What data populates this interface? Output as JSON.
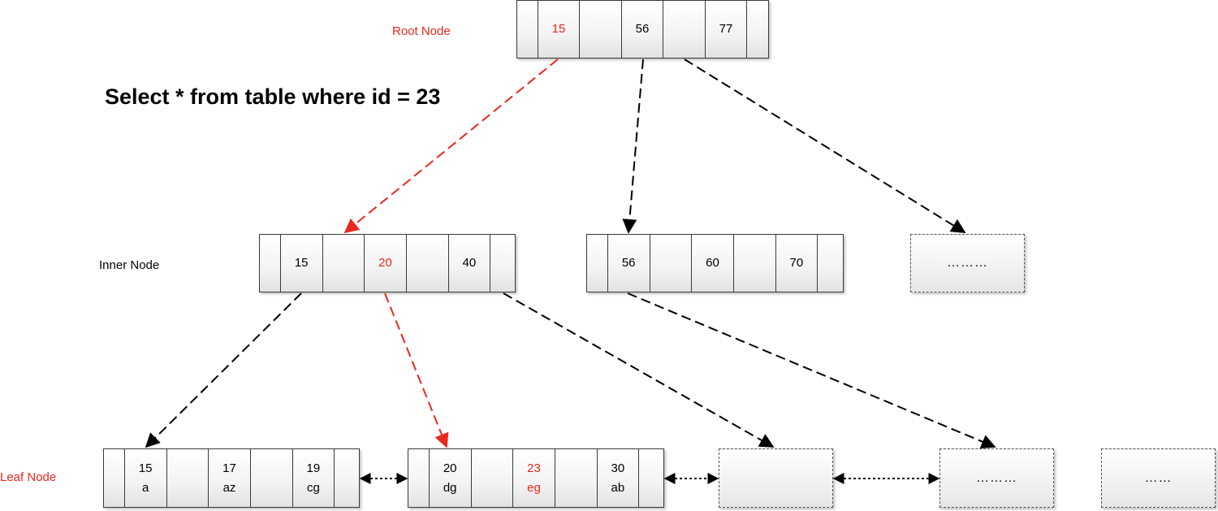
{
  "labels": {
    "root": "Root  Node",
    "inner": "Inner Node",
    "leaf": "Leaf Node"
  },
  "query": "Select * from table where id = 23",
  "root_node": {
    "keys": [
      "15",
      "56",
      "77"
    ]
  },
  "inner_nodes": [
    {
      "keys": [
        "15",
        "20",
        "40"
      ]
    },
    {
      "keys": [
        "56",
        "60",
        "70"
      ]
    },
    {
      "placeholder": "………"
    }
  ],
  "leaf_nodes": [
    {
      "entries": [
        {
          "key": "15",
          "val": "a"
        },
        {
          "key": "17",
          "val": "az"
        },
        {
          "key": "19",
          "val": "cg"
        }
      ]
    },
    {
      "entries": [
        {
          "key": "20",
          "val": "dg"
        },
        {
          "key": "23",
          "val": "eg"
        },
        {
          "key": "30",
          "val": "ab"
        }
      ]
    },
    {
      "placeholder": ""
    },
    {
      "placeholder": "………"
    },
    {
      "placeholder": "……"
    }
  ],
  "colors": {
    "highlight": "#e8281e",
    "line": "#000000"
  }
}
